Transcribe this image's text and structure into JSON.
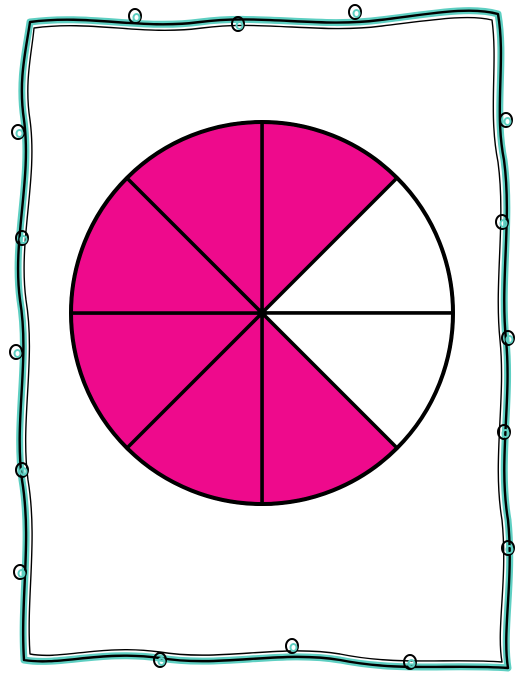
{
  "diagram": {
    "kind": "fraction-circle",
    "total_sectors": 8,
    "shaded_sectors": 6,
    "shaded_fraction": 0.75,
    "shaded_sector_indices_clockwise_from_top": [
      0,
      3,
      4,
      5,
      6,
      7
    ]
  },
  "colors": {
    "background": "#ffffff",
    "shade": "#ee0a8c",
    "unshaded": "#ffffff",
    "lines": "#000000",
    "frame_ribbon": "#5ecfc2",
    "frame_outline": "#000000"
  },
  "icons": {
    "frame": "swirly-ribbon-border",
    "loops": "curl-loop-icon"
  }
}
